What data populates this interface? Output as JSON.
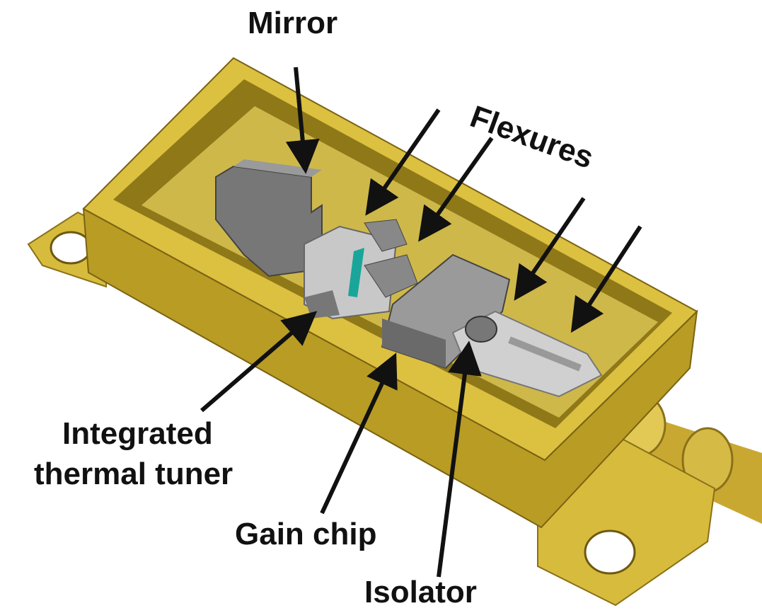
{
  "labels": {
    "mirror": "Mirror",
    "flexures": "Flexures",
    "tuner_line1": "Integrated",
    "tuner_line2": "thermal tuner",
    "gain_chip": "Gain chip",
    "isolator": "Isolator"
  },
  "colors": {
    "housing": "#d9bd3a",
    "housing_dark": "#a58a1c",
    "floor": "#cfb84a",
    "component": "#7a7a7a",
    "arrow": "#111111"
  }
}
